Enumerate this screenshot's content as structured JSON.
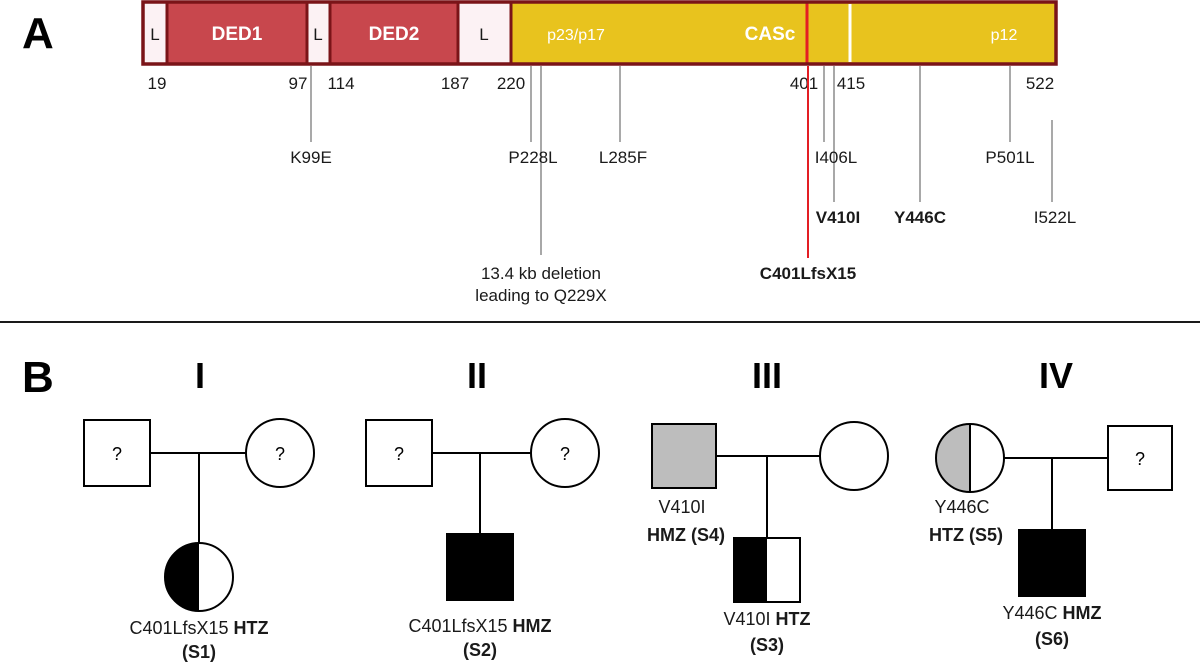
{
  "panels": {
    "a": "A",
    "b": "B"
  },
  "protein": {
    "domains": {
      "l1": "L",
      "ded1": "DED1",
      "l2": "L",
      "ded2": "DED2",
      "l3": "L",
      "p23": "p23/p17",
      "casc": "CASc",
      "p12": "p12"
    },
    "positions": [
      "19",
      "97",
      "114",
      "187",
      "220",
      "401",
      "415",
      "522"
    ],
    "variants": {
      "k99e": "K99E",
      "p228l": "P228L",
      "l285f": "L285F",
      "i406l": "I406L",
      "p501l": "P501L",
      "v410i": "V410I",
      "y446c": "Y446C",
      "i522l": "I522L",
      "c401": "C401LfsX15",
      "del_line1": "13.4 kb deletion",
      "del_line2": "leading to Q229X"
    },
    "colors": {
      "ded": "#C8474D",
      "linker": "#FCF2F4",
      "casc": "#E8C31E",
      "border": "#7A1418",
      "frameshift": "#E31E24"
    }
  },
  "families": [
    {
      "gen": "I",
      "f_mark": "?",
      "m_mark": "?",
      "label": "C401LfsX15",
      "status": "HTZ",
      "sample": "(S1)"
    },
    {
      "gen": "II",
      "f_mark": "?",
      "m_mark": "?",
      "label": "C401LfsX15",
      "status": "HMZ",
      "sample": "(S2)"
    },
    {
      "gen": "III",
      "parent_label": "V410I",
      "parent_status": "HMZ (S4)",
      "label": "V410I",
      "status": "HTZ",
      "sample": "(S3)"
    },
    {
      "gen": "IV",
      "parent_label": "Y446C",
      "parent_status": "HTZ (S5)",
      "p_mark": "?",
      "label": "Y446C",
      "status": "HMZ",
      "sample": "(S6)"
    }
  ],
  "colors": {
    "affected": "#000000",
    "carrier_grey": "#BDBDBD"
  }
}
